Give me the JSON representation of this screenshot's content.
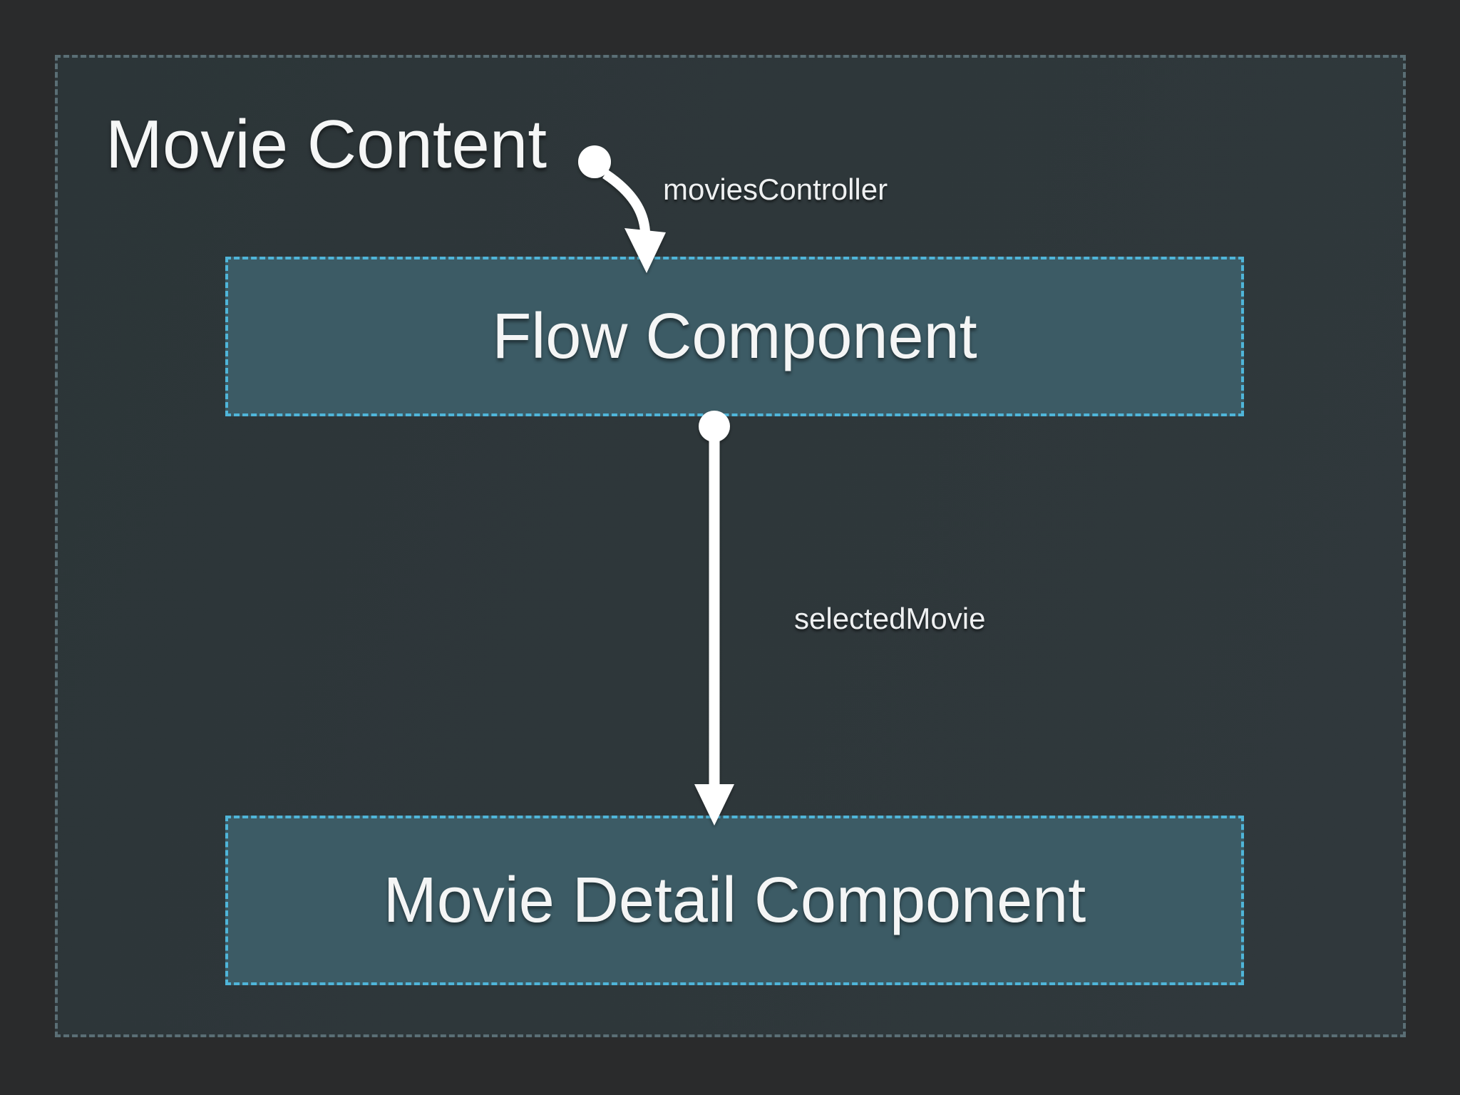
{
  "diagram": {
    "title": "Movie Content",
    "nodes": [
      {
        "id": "flow-component",
        "label": "Flow Component"
      },
      {
        "id": "movie-detail-component",
        "label": "Movie Detail Component"
      }
    ],
    "edges": [
      {
        "from": "Movie Content",
        "to": "Flow Component",
        "label": "moviesController",
        "style": "curved-arrow-with-dot"
      },
      {
        "from": "Flow Component",
        "to": "Movie Detail Component",
        "label": "selectedMovie",
        "style": "straight-arrow-with-dot"
      }
    ],
    "colors": {
      "page_background": "#2a2b2c",
      "panel_background": "#2e373a",
      "panel_border": "#5a6e75",
      "node_fill": "#3c5b65",
      "node_border": "#4fb5d9",
      "text": "#f4f5f5",
      "arrow": "#ffffff"
    }
  }
}
